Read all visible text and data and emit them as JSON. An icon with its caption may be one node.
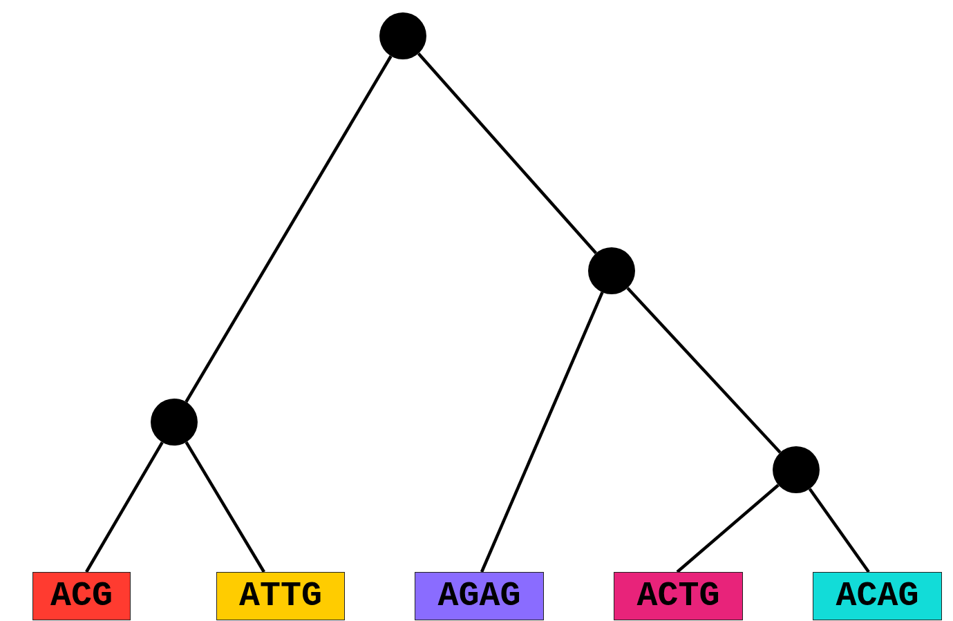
{
  "diagram": {
    "nodes": [
      {
        "text": [],
        "shape": "circle"
      },
      {
        "text": [],
        "shape": "circle"
      },
      {
        "text": [],
        "shape": "circle"
      },
      {
        "text": [],
        "shape": "circle"
      },
      {
        "text": [
          "ACG"
        ]
      },
      {
        "text": [
          "ATTG"
        ]
      },
      {
        "text": [
          "AGAG"
        ]
      },
      {
        "text": [
          "ACTG"
        ]
      },
      {
        "text": [
          "ACAG"
        ]
      }
    ],
    "edges": [
      {
        "from": 0,
        "to": 2,
        "arrow": "none"
      },
      {
        "from": 0,
        "to": 1,
        "arrow": "none"
      },
      {
        "from": 2,
        "to": 4,
        "arrow": "none"
      },
      {
        "from": 2,
        "to": 5,
        "arrow": "none"
      },
      {
        "from": 1,
        "to": 6,
        "arrow": "none"
      },
      {
        "from": 1,
        "to": 3,
        "arrow": "none"
      },
      {
        "from": 3,
        "to": 7,
        "arrow": "none"
      },
      {
        "from": 3,
        "to": 8,
        "arrow": "none"
      }
    ]
  }
}
